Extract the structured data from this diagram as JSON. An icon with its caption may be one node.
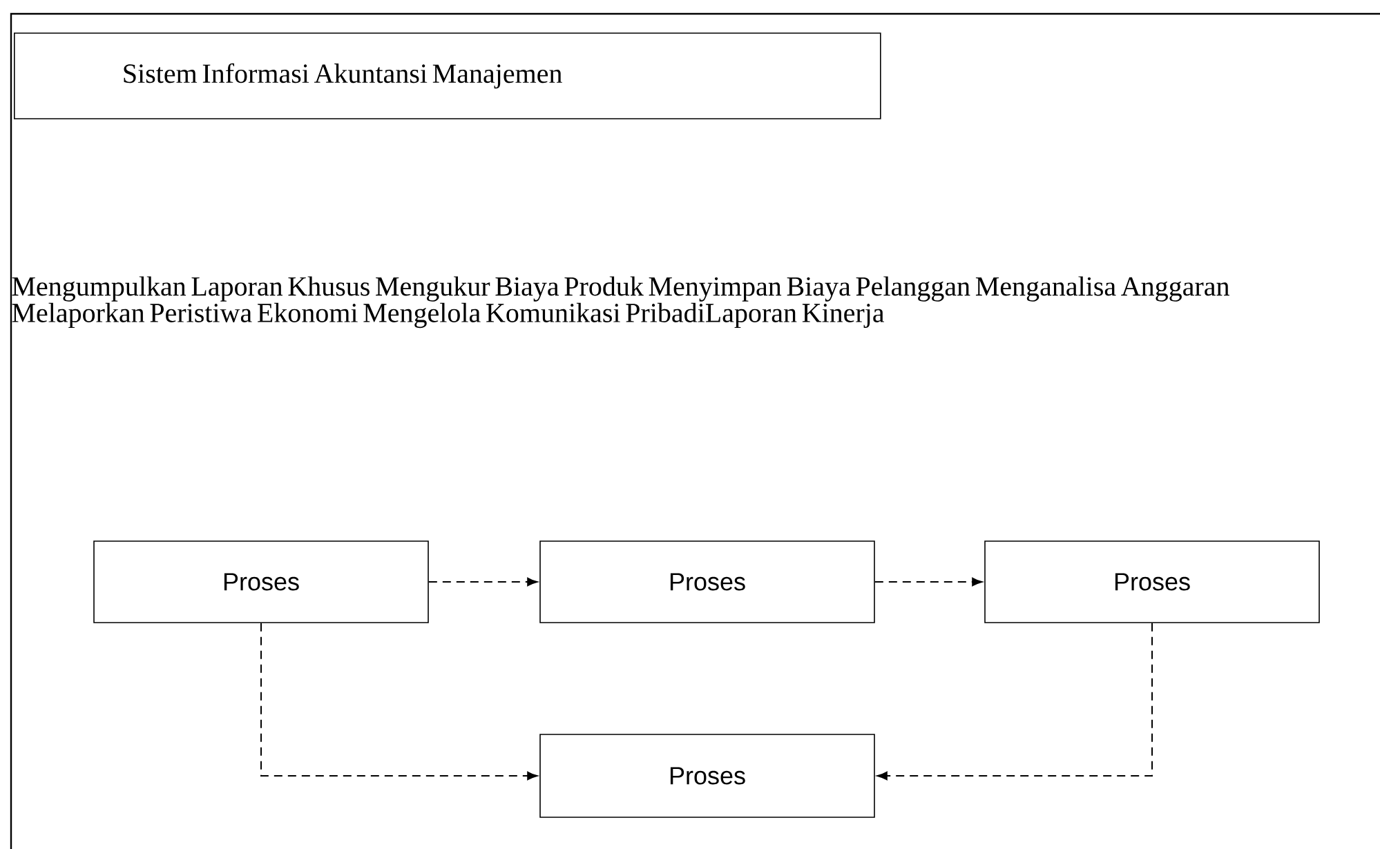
{
  "diagram": {
    "nodes": [
      {
        "text": [
          "Sistem Informasi Akuntansi Manajemen"
        ]
      },
      {
        "text": [
          "Proses"
        ]
      },
      {
        "text": [
          "Proses"
        ]
      },
      {
        "text": [
          "Proses"
        ]
      },
      {
        "text": [
          "Proses"
        ]
      }
    ],
    "edges": [
      {
        "from": 1,
        "to": 2,
        "arrow": "to",
        "style": "dashed"
      },
      {
        "from": 2,
        "to": 3,
        "arrow": "to",
        "style": "dashed"
      },
      {
        "from": 1,
        "to": 4,
        "arrow": "to",
        "style": "dashed"
      },
      {
        "from": 3,
        "to": 4,
        "arrow": "to",
        "style": "dashed"
      }
    ],
    "labels": [
      "Mengumpulkan Laporan Khusus Mengukur Biaya Produk Menyimpan Biaya Pelanggan Menganalisa Anggaran Melaporkan Peristiwa Ekonomi Mengelola Komunikasi PribadiLaporan Kinerja"
    ]
  }
}
